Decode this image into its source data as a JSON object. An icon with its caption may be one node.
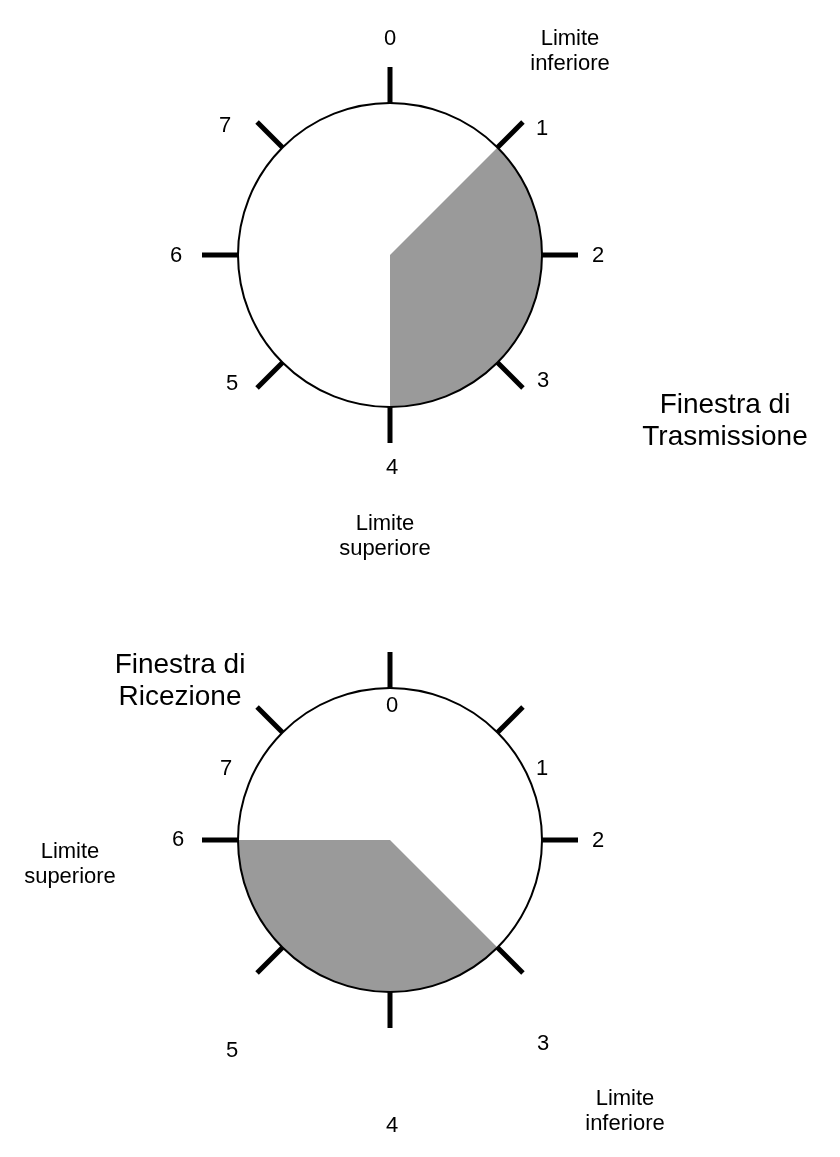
{
  "diagram": {
    "labels": [
      "0",
      "Limite inferiore",
      "7",
      "1",
      "6",
      "2",
      "5",
      "3",
      "Finestra di Trasmissione",
      "4",
      "Limite superiore",
      "Finestra di Ricezione",
      "0",
      "7",
      "1",
      "Limite superiore",
      "6",
      "2",
      "5",
      "3",
      "Limite inferiore",
      "4"
    ]
  }
}
